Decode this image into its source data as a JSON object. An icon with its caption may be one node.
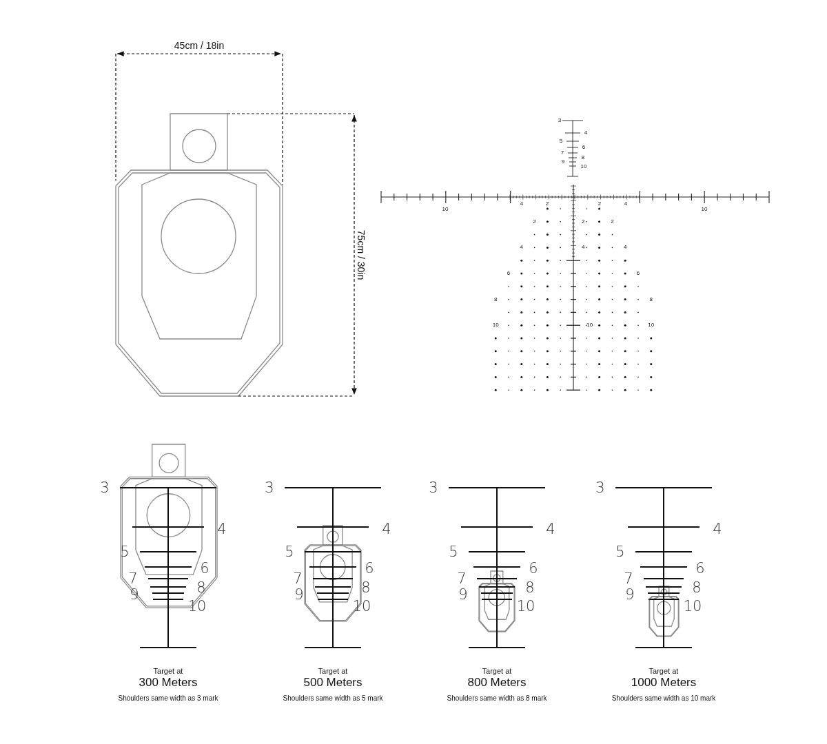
{
  "diagram": {
    "labels": [
      "45cm / 18in",
      "75cm / 30in",
      "3",
      "4",
      "5",
      "6",
      "7",
      "8",
      "9",
      "10",
      "4",
      "2",
      "2",
      "4",
      "10",
      "10",
      "2",
      "2",
      "2",
      "4",
      "4",
      "4",
      "6",
      "6",
      "8",
      "8",
      "10",
      "10",
      "10",
      "3",
      "4",
      "5",
      "6",
      "7",
      "8",
      "9",
      "10",
      "3",
      "4",
      "5",
      "6",
      "7",
      "8",
      "9",
      "10",
      "3",
      "4",
      "5",
      "6",
      "7",
      "8",
      "9",
      "10",
      "3",
      "4",
      "5",
      "6",
      "7",
      "8",
      "9",
      "10",
      "Target at",
      "300 Meters",
      "Shoulders same width as 3 mark",
      "Target at",
      "500 Meters",
      "Shoulders same width as 5 mark",
      "Target at",
      "800 Meters",
      "Shoulders same width as 8 mark",
      "Target at",
      "1000 Meters",
      "Shoulders same width as 10 mark"
    ]
  }
}
